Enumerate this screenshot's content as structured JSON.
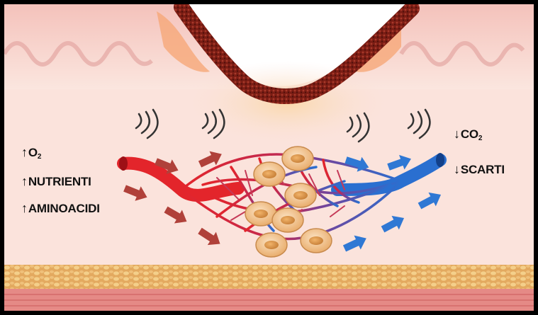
{
  "left_labels": {
    "o2": {
      "arrow": "↑",
      "text": "O",
      "sub": "2"
    },
    "nutrienti": {
      "arrow": "↑",
      "text": "NUTRIENTI"
    },
    "aminoacidi": {
      "arrow": "↑",
      "text": "AMINOACIDI"
    }
  },
  "right_labels": {
    "co2": {
      "arrow": "↓",
      "text": "CO",
      "sub": "2"
    },
    "scarti": {
      "arrow": "↓",
      "text": "SCARTI"
    }
  },
  "colors": {
    "artery": "#d8232a",
    "vein": "#2a6fd0",
    "arrow_in": "#b0413a",
    "arrow_out": "#2f78d4",
    "cell": "#f0c08a",
    "scab": "#7a1f16",
    "skin": "#fbe3dc",
    "fat": "#e8b56a"
  }
}
